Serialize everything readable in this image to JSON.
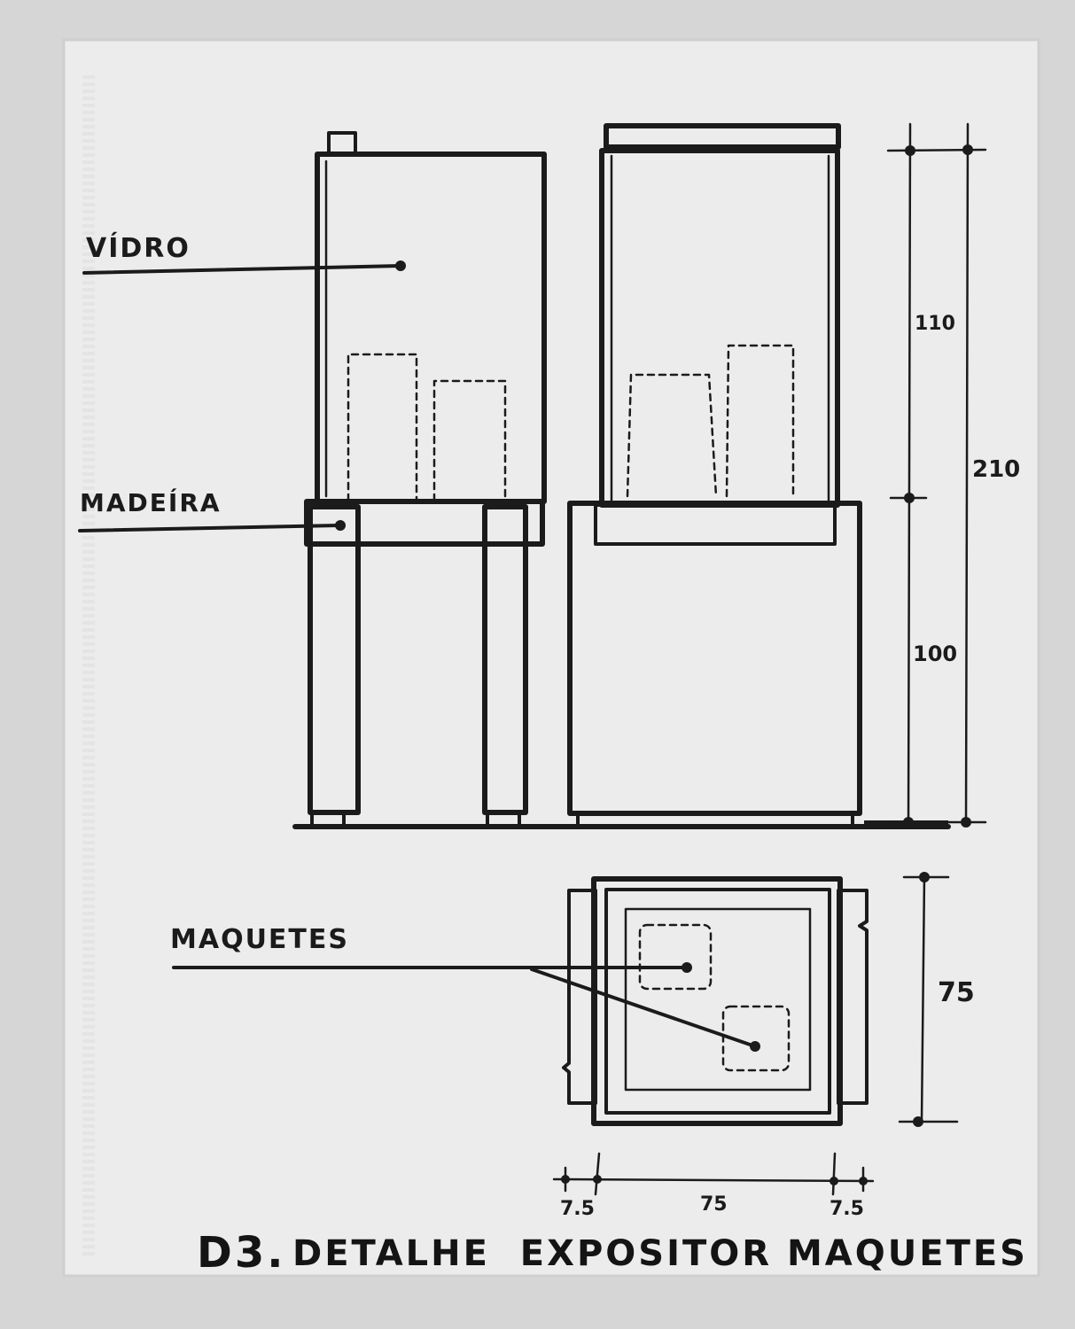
{
  "labels": {
    "glass": "VÍDRO",
    "wood": "MADEÍRA",
    "models": "MAQUETES"
  },
  "dimensions": {
    "upper_height": "110",
    "total_height": "210",
    "lower_height": "100",
    "plan_depth": "75",
    "plan_side_left": "7.5",
    "plan_width": "75",
    "plan_side_right": "7.5"
  },
  "title": {
    "code": "D3.",
    "text": "DETALHE  EXPOSITOR MAQUETES"
  },
  "colors": {
    "ink": "#1b1b1b",
    "paper": "#ececec",
    "background": "#dcdcdc"
  }
}
